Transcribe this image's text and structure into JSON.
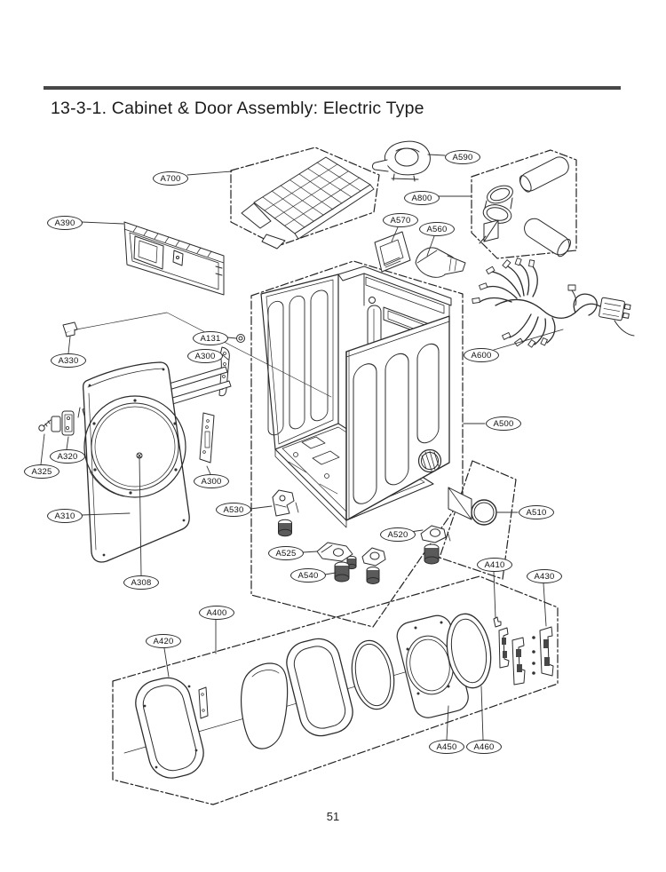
{
  "page": {
    "title": "13-3-1. Cabinet & Door Assembly: Electric Type",
    "page_number": "51"
  },
  "diagram": {
    "type": "exploded-parts-diagram",
    "subject": "Dryer cabinet and door assembly, electric type",
    "colors": {
      "line": "#2b2b2b",
      "background": "#ffffff",
      "dashed_box": "#222222"
    },
    "callouts": [
      {
        "label": "A700"
      },
      {
        "label": "A590"
      },
      {
        "label": "A800"
      },
      {
        "label": "A390"
      },
      {
        "label": "A570"
      },
      {
        "label": "A560"
      },
      {
        "label": "A330"
      },
      {
        "label": "A131"
      },
      {
        "label": "A300"
      },
      {
        "label": "A600"
      },
      {
        "label": "A500"
      },
      {
        "label": "A320"
      },
      {
        "label": "A325"
      },
      {
        "label": "A300"
      },
      {
        "label": "A310"
      },
      {
        "label": "A530"
      },
      {
        "label": "A510"
      },
      {
        "label": "A520"
      },
      {
        "label": "A525"
      },
      {
        "label": "A410"
      },
      {
        "label": "A430"
      },
      {
        "label": "A540"
      },
      {
        "label": "A308"
      },
      {
        "label": "A400"
      },
      {
        "label": "A420"
      },
      {
        "label": "A450"
      },
      {
        "label": "A460"
      }
    ]
  }
}
